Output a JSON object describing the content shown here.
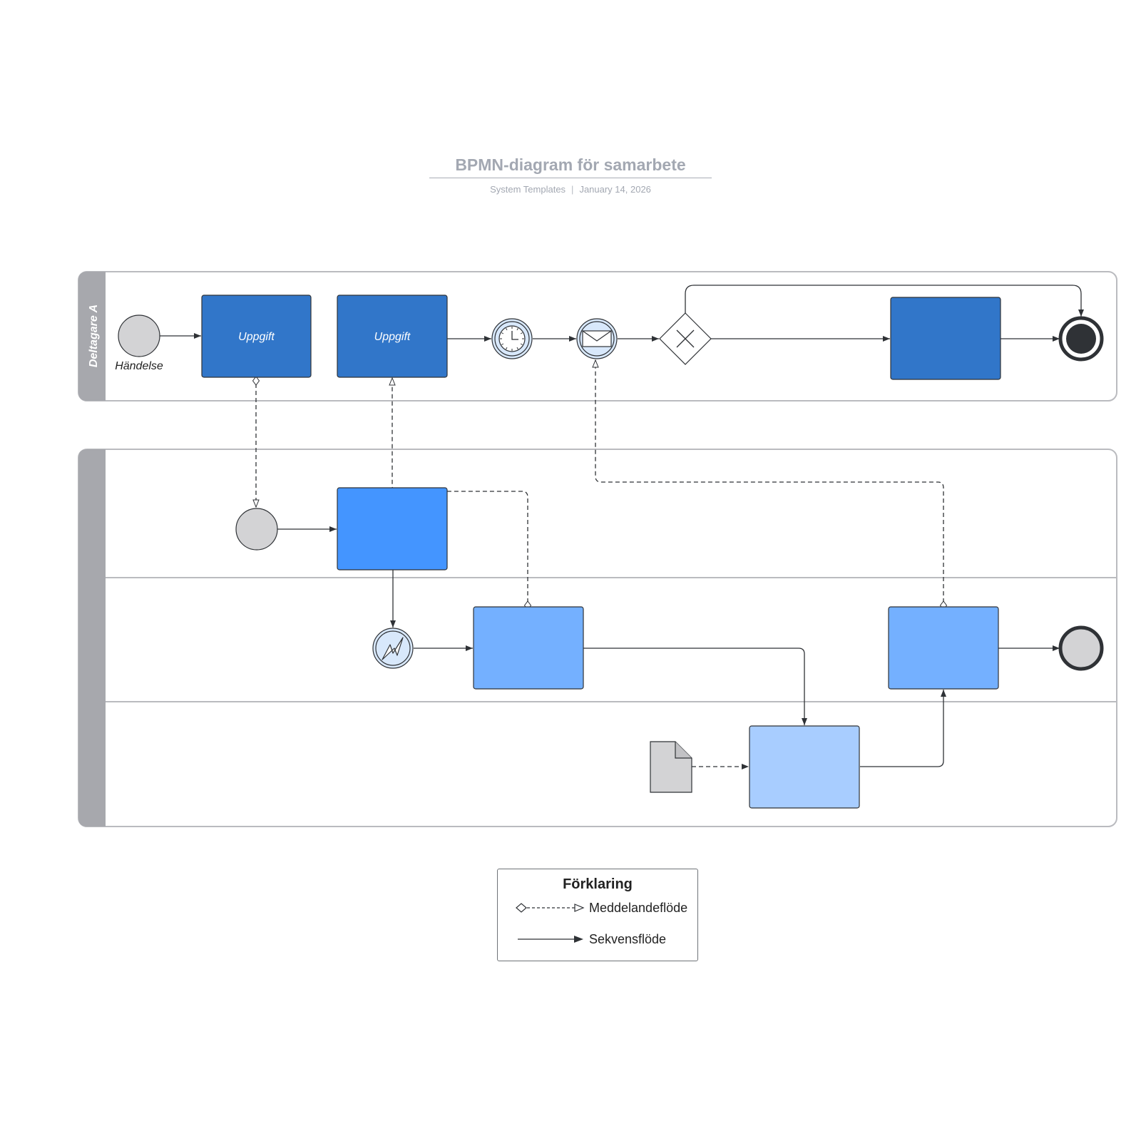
{
  "header": {
    "title": "BPMN-diagram för samarbete",
    "author": "System Templates",
    "date": "January 14, 2026"
  },
  "pool_a": {
    "label": "Deltagare A",
    "start_event_label": "Händelse",
    "task_1_label": "Uppgift",
    "task_2_label": "Uppgift"
  },
  "legend": {
    "title": "Förklaring",
    "message_flow": "Meddelandeflöde",
    "sequence_flow": "Sekvensflöde"
  },
  "colors": {
    "task_dark": "#3176c9",
    "task_medium": "#4495ff",
    "task_light": "#74b0ff",
    "task_lighter": "#a8cdff",
    "event_fill": "#d3d3d5",
    "intermediate_fill": "#d8e8fb",
    "pool_header": "#a7a8ad",
    "pool_border": "#babbbf"
  }
}
